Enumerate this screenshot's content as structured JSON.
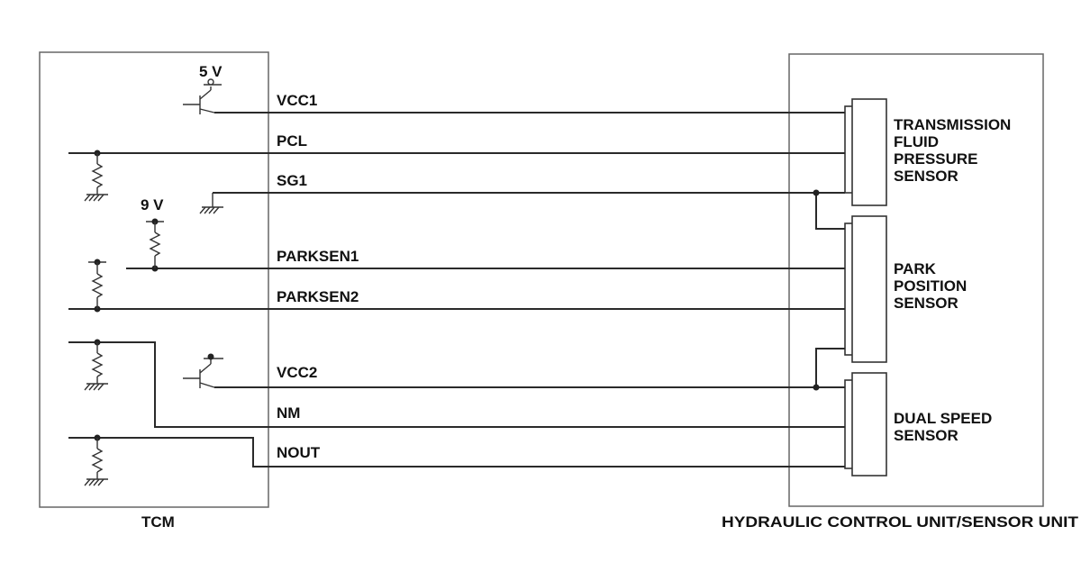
{
  "modules": {
    "tcm": {
      "label": "TCM"
    },
    "hcu": {
      "label": "HYDRAULIC CONTROL UNIT/SENSOR UNIT"
    }
  },
  "supplies": {
    "v5": "5 V",
    "v9": "9 V"
  },
  "signals": {
    "vcc1": "VCC1",
    "pcl": "PCL",
    "sg1": "SG1",
    "parksen1": "PARKSEN1",
    "parksen2": "PARKSEN2",
    "vcc2": "VCC2",
    "nm": "NM",
    "nout": "NOUT"
  },
  "sensors": {
    "tfp": [
      "TRANSMISSION",
      "FLUID",
      "PRESSURE",
      "SENSOR"
    ],
    "pps": [
      "PARK",
      "POSITION",
      "SENSOR"
    ],
    "dss": [
      "DUAL SPEED",
      "SENSOR"
    ]
  },
  "colors": {
    "wire": "#2a2a2a",
    "border": "#666666",
    "text": "#111111"
  }
}
